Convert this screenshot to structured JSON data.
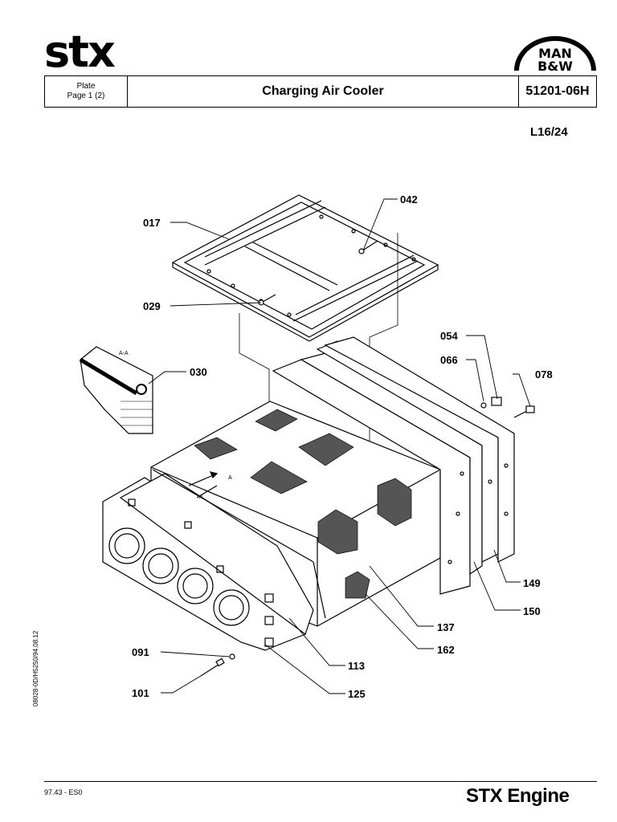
{
  "header": {
    "logo_left": "stx",
    "logo_right_line1": "MAN",
    "logo_right_line2": "B&W",
    "plate_line1": "Plate",
    "plate_line2": "Page 1 (2)",
    "title": "Charging Air Cooler",
    "code": "51201-06H"
  },
  "engine_model": "L16/24",
  "section_label": "A-A",
  "section_arrow_label": "A",
  "callouts": {
    "c017": "017",
    "c042": "042",
    "c029": "029",
    "c054": "054",
    "c066": "066",
    "c078": "078",
    "c030": "030",
    "c149": "149",
    "c150": "150",
    "c137": "137",
    "c162": "162",
    "c091": "091",
    "c113": "113",
    "c101": "101",
    "c125": "125"
  },
  "side_reference": "08028-0D/H5250/94.08.12",
  "footer": {
    "left": "97.43 - ES0",
    "right": "STX Engine"
  }
}
